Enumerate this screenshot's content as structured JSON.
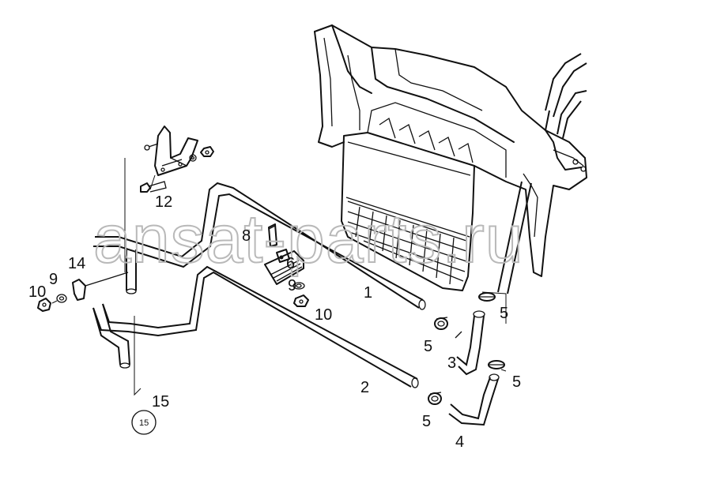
{
  "watermark": "ansat-parts.ru",
  "callouts": {
    "c1": "1",
    "c2": "2",
    "c3": "3",
    "c4": "4",
    "c5a": "5",
    "c5b": "5",
    "c5c": "5",
    "c5d": "5",
    "c6": "6",
    "c8": "8",
    "c9a": "9",
    "c9b": "9",
    "c10a": "10",
    "c10b": "10",
    "c12": "12",
    "c14": "14",
    "c15": "15",
    "c15_circle": "15"
  }
}
